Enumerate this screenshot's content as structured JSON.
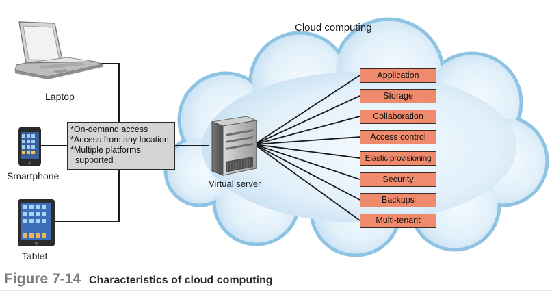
{
  "cloud_title": "Cloud computing",
  "devices": {
    "laptop": "Laptop",
    "smartphone": "Smartphone",
    "tablet": "Tablet"
  },
  "access_box": {
    "lines": [
      "*On-demand access",
      "*Access from any location",
      "*Multiple platforms",
      "supported"
    ]
  },
  "server_label": "Virtual server",
  "services": [
    "Application",
    "Storage",
    "Collaboration",
    "Access control",
    "Elastic provisioning",
    "Security",
    "Backups",
    "Multi-tenant"
  ],
  "caption": {
    "figure": "Figure 7-14",
    "title": "Characteristics of cloud computing"
  },
  "colors": {
    "cloud_fill": "#cfe6f5",
    "cloud_outline": "#8fc3e3",
    "service_fill": "#f08a6c",
    "access_box_fill": "#d3d4d6"
  }
}
